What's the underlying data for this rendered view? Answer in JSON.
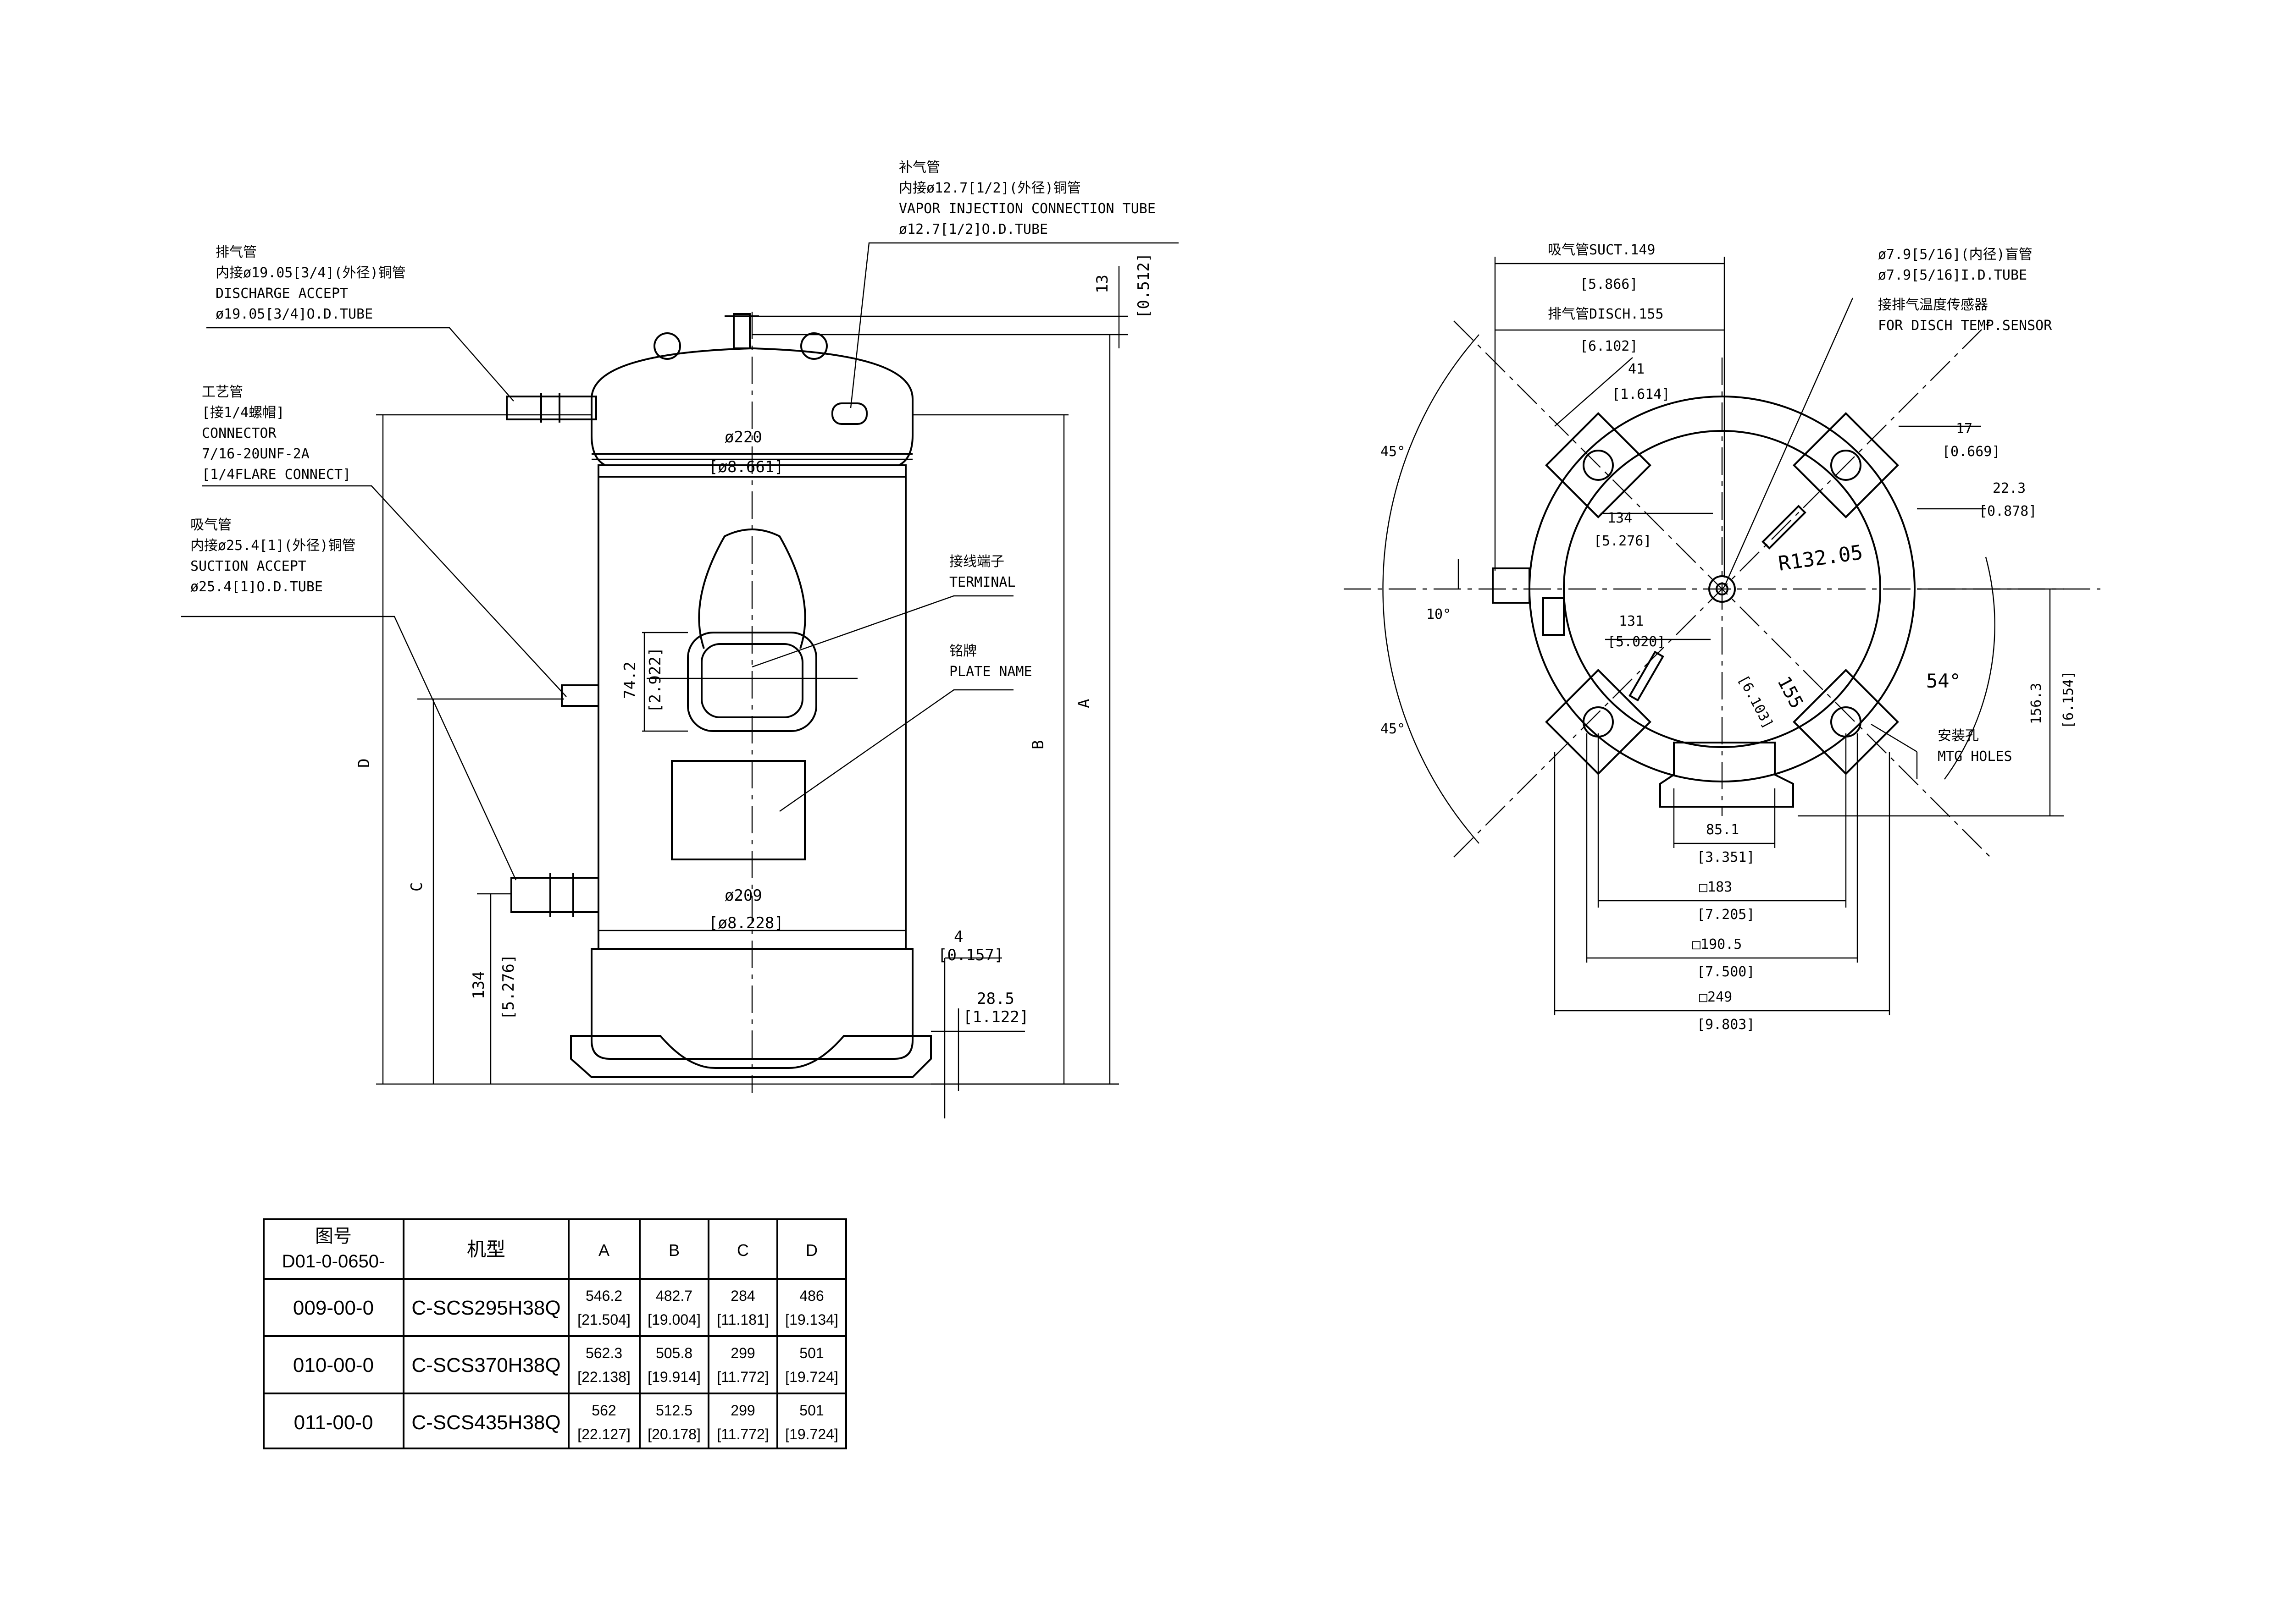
{
  "side_view": {
    "discharge": [
      "排气管",
      "内接ø19.05[3/4](外径)铜管",
      "DISCHARGE ACCEPT",
      "ø19.05[3/4]O.D.TUBE"
    ],
    "injection": [
      "补气管",
      "内接ø12.7[1/2](外径)铜管",
      "VAPOR INJECTION CONNECTION TUBE",
      "ø12.7[1/2]O.D.TUBE"
    ],
    "process": [
      "工艺管",
      "[接1/4螺帽]",
      "CONNECTOR",
      "7/16-20UNF-2A",
      "[1/4FLARE CONNECT]"
    ],
    "suction": [
      "吸气管",
      "内接ø25.4[1](外径)铜管",
      "SUCTION ACCEPT",
      "ø25.4[1]O.D.TUBE"
    ],
    "terminal": [
      "接线端子",
      "TERMINAL"
    ],
    "plate": [
      "铭牌",
      "PLATE NAME"
    ],
    "dims": {
      "top_dia": "ø220",
      "top_dia_in": "[ø8.661]",
      "body_dia": "ø209",
      "body_dia_in": "[ø8.228]",
      "h13": "13",
      "h13_in": "[0.512]",
      "h74": "74.2",
      "h74_in": "[2.922]",
      "h4": "4",
      "h4_in": "[0.157]",
      "h28": "28.5",
      "h28_in": "[1.122]",
      "h134": "134",
      "h134_in": "[5.276]",
      "A": "A",
      "B": "B",
      "C": "C",
      "D": "D"
    }
  },
  "top_view": {
    "suct": "吸气管SUCT.149",
    "suct_in": "[5.866]",
    "disch": "排气管DISCH.155",
    "disch_in": "[6.102]",
    "d41": "41",
    "d41_in": "[1.614]",
    "tube": [
      "ø7.9[5/16](内径)盲管",
      "ø7.9[5/16]I.D.TUBE"
    ],
    "sensor": [
      "接排气温度传感器",
      "FOR DISCH TEMP.SENSOR"
    ],
    "d17": "17",
    "d17_in": "[0.669]",
    "d22": "22.3",
    "d22_in": "[0.878]",
    "d134": "134",
    "d134_in": "[5.276]",
    "d131": "131",
    "d131_in": "[5.020]",
    "radius": "R132.05",
    "d155": "155",
    "d155_in": "[6.103]",
    "a45a": "45°",
    "a45b": "45°",
    "a10": "10°",
    "a54": "54°",
    "d156": "156.3",
    "d156_in": "[6.154]",
    "holes": [
      "安装孔",
      "MTG HOLES"
    ],
    "d85": "85.1",
    "d85_in": "[3.351]",
    "d183": "□183",
    "d183_in": "[7.205]",
    "d190": "□190.5",
    "d190_in": "[7.500]",
    "d249": "□249",
    "d249_in": "[9.803]"
  },
  "table": {
    "col_fig": "图号",
    "col_fig2": "D01-0-0650-",
    "col_model": "机型",
    "cols": [
      "A",
      "B",
      "C",
      "D"
    ],
    "rows": [
      {
        "fig": "009-00-0",
        "model": "C-SCS295H38Q",
        "vals": [
          [
            "546.2",
            "[21.504]"
          ],
          [
            "482.7",
            "[19.004]"
          ],
          [
            "284",
            "[11.181]"
          ],
          [
            "486",
            "[19.134]"
          ]
        ]
      },
      {
        "fig": "010-00-0",
        "model": "C-SCS370H38Q",
        "vals": [
          [
            "562.3",
            "[22.138]"
          ],
          [
            "505.8",
            "[19.914]"
          ],
          [
            "299",
            "[11.772]"
          ],
          [
            "501",
            "[19.724]"
          ]
        ]
      },
      {
        "fig": "011-00-0",
        "model": "C-SCS435H38Q",
        "vals": [
          [
            "562",
            "[22.127]"
          ],
          [
            "512.5",
            "[20.178]"
          ],
          [
            "299",
            "[11.772]"
          ],
          [
            "501",
            "[19.724]"
          ]
        ]
      }
    ]
  }
}
